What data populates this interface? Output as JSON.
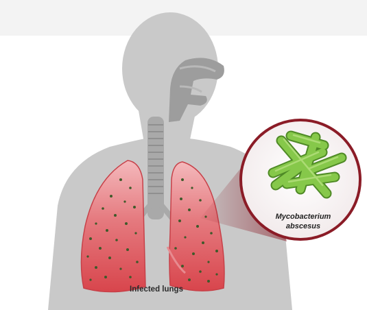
{
  "labels": {
    "lungs": "Infected lungs",
    "bacterium_line1": "Mycobacterium",
    "bacterium_line2": "abscesus"
  },
  "colors": {
    "body_silhouette": "#c8c8c8",
    "airway": "#9a9a9a",
    "lung_red": "#e2555b",
    "lung_pink": "#f3b3b6",
    "infection_spots": "#3e5a2a",
    "bacteria_green": "#7cc142",
    "magnifier_border": "#8b1c27"
  },
  "icons": {
    "body": "human-silhouette-icon",
    "lungs": "lungs-icon",
    "bacteria": "rod-bacteria-icon"
  }
}
